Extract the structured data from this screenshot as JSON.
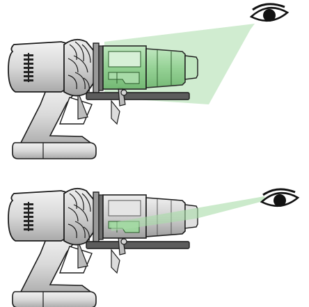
{
  "figure": {
    "panels": [
      {
        "id": "top",
        "view": "wide",
        "beam_color": "#9bd39b",
        "eye_icon": "eye-icon"
      },
      {
        "id": "bottom",
        "view": "narrow",
        "beam_color": "#9bd39b",
        "eye_icon": "eye-icon"
      }
    ]
  },
  "colors": {
    "outline": "#1a1a1a",
    "body_light": "#e6e6e6",
    "body_mid": "#c8c8c8",
    "body_dark": "#8c8c8c",
    "bin_green": "#8fcf8f",
    "beam": "#a9dca9"
  }
}
